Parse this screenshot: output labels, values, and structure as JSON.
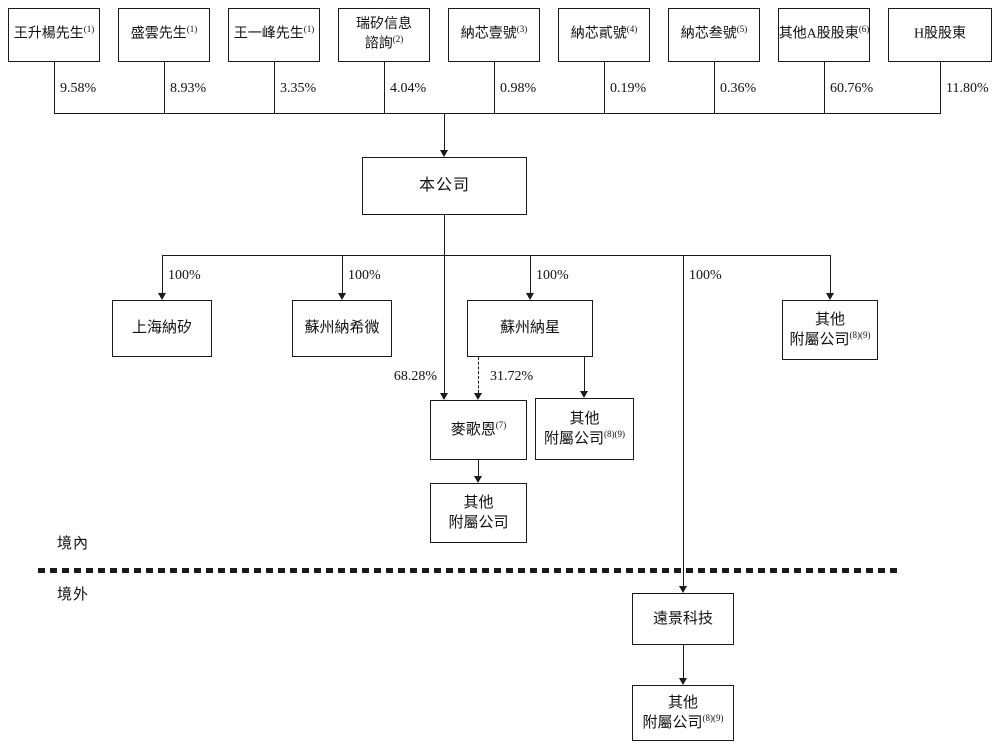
{
  "diagram": {
    "shareholders": [
      {
        "name": "王升楊先生",
        "note": "(1)",
        "pct": "9.58%"
      },
      {
        "name": "盛雲先生",
        "note": "(1)",
        "pct": "8.93%"
      },
      {
        "name": "王一峰先生",
        "note": "(1)",
        "pct": "3.35%"
      },
      {
        "name": "瑞矽信息\n諮詢",
        "note": "(2)",
        "pct": "4.04%"
      },
      {
        "name": "納芯壹號",
        "note": "(3)",
        "pct": "0.98%"
      },
      {
        "name": "納芯貳號",
        "note": "(4)",
        "pct": "0.19%"
      },
      {
        "name": "納芯叁號",
        "note": "(5)",
        "pct": "0.36%"
      },
      {
        "name": "其他A股股東",
        "note": "(6)",
        "pct": "60.76%"
      },
      {
        "name": "H股股東",
        "note": "",
        "pct": "11.80%"
      }
    ],
    "company": {
      "name": "本公司"
    },
    "subsidiaries": {
      "shanghai_naxi": {
        "name": "上海納矽",
        "pct": "100%"
      },
      "suzhou_naxiwei": {
        "name": "蘇州納希微",
        "pct": "100%"
      },
      "suzhou_naxing": {
        "name": "蘇州納星",
        "pct": "100%"
      },
      "envision": {
        "name": "遠景科技",
        "pct": "100%"
      },
      "other_right": {
        "name": "其他\n附屬公司",
        "note": "(8)(9)"
      },
      "maigeen": {
        "name": "麥歌恩",
        "note": "(7)"
      },
      "other_mid": {
        "name": "其他\n附屬公司",
        "note": "(8)(9)"
      },
      "other_below_maigeen": {
        "name": "其他\n附屬公司",
        "note": ""
      },
      "other_below_envision": {
        "name": "其他\n附屬公司",
        "note": "(8)(9)"
      }
    },
    "ownership": {
      "maigeen_direct": "68.28%",
      "maigeen_via_naxing": "31.72%"
    },
    "regions": {
      "inside": "境內",
      "outside": "境外"
    }
  }
}
